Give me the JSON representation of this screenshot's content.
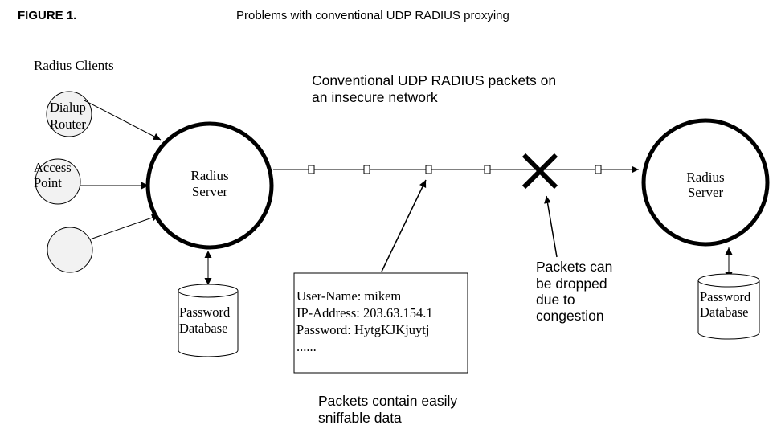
{
  "figure": {
    "label": "FIGURE 1.",
    "title": "Problems with conventional UDP RADIUS proxying"
  },
  "clients": {
    "heading": "Radius Clients",
    "dialup": [
      "Dialup",
      "Router"
    ],
    "access_point": [
      "Access",
      "Point"
    ]
  },
  "server_left": [
    "Radius",
    "Server"
  ],
  "server_right": [
    "Radius",
    "Server"
  ],
  "db_left": [
    "Password",
    "Database"
  ],
  "db_right": [
    "Password",
    "Database"
  ],
  "network_note": [
    "Conventional UDP RADIUS packets on",
    "an insecure network"
  ],
  "packet_info": [
    "User-Name: mikem",
    "IP-Address: 203.63.154.1",
    "Password: HytgKJKjuytj",
    "......"
  ],
  "sniff_note": [
    "Packets contain easily",
    "sniffable data"
  ],
  "drop_note": [
    "Packets can",
    "be dropped",
    "due to",
    "congestion"
  ],
  "colors": {
    "ink": "#000000",
    "client_fill": "#f2f2f2",
    "background": "#ffffff"
  }
}
